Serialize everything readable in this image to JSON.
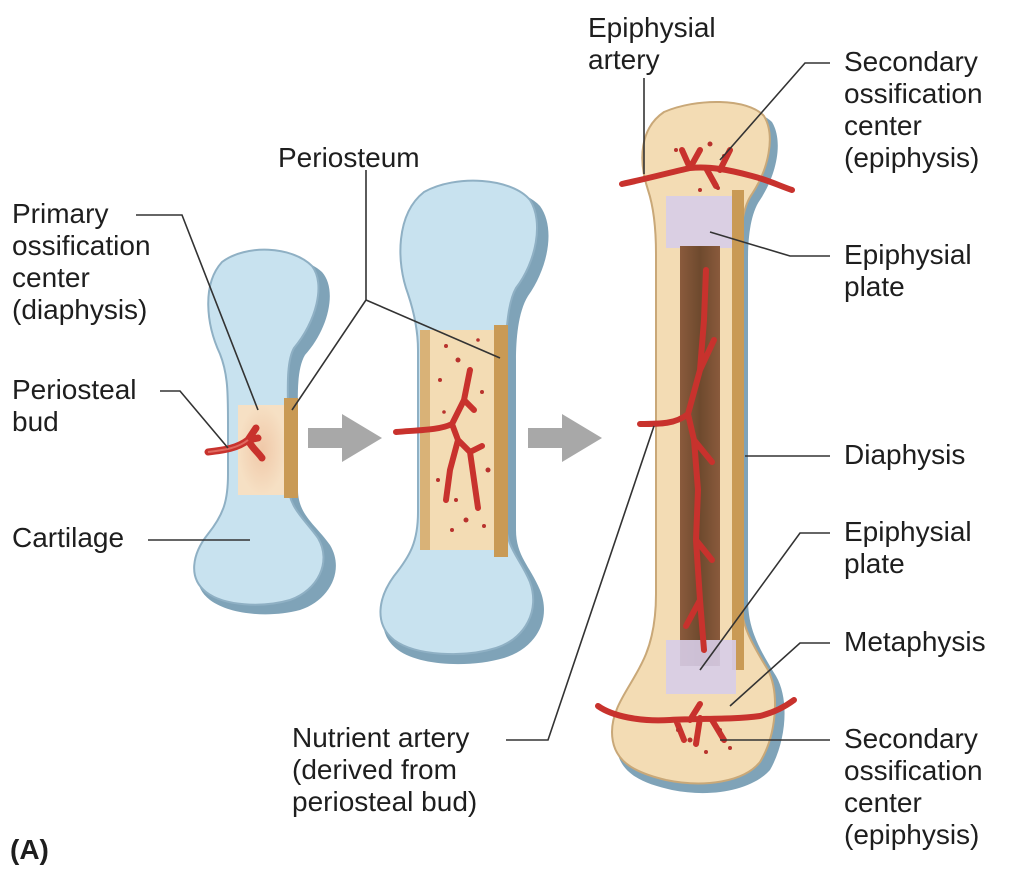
{
  "figure": {
    "tag": "(A)"
  },
  "labels": {
    "primary_ossification_center": [
      "Primary",
      "ossification",
      "center",
      "(diaphysis)"
    ],
    "periosteal_bud": [
      "Periosteal",
      "bud"
    ],
    "cartilage": [
      "Cartilage"
    ],
    "periosteum": [
      "Periosteum"
    ],
    "epiphysial_artery": [
      "Epiphysial",
      "artery"
    ],
    "secondary_ossification_center_top": [
      "Secondary",
      "ossification",
      "center",
      "(epiphysis)"
    ],
    "epiphysial_plate_top": [
      "Epiphysial",
      "plate"
    ],
    "diaphysis": [
      "Diaphysis"
    ],
    "epiphysial_plate_bottom": [
      "Epiphysial",
      "plate"
    ],
    "metaphysis": [
      "Metaphysis"
    ],
    "nutrient_artery": [
      "Nutrient artery",
      "(derived from",
      "periosteal bud)"
    ],
    "secondary_ossification_center_bottom": [
      "Secondary",
      "ossification",
      "center",
      "(epiphysis)"
    ]
  },
  "colors": {
    "cartilage_fill": "#c8e2ef",
    "cartilage_shadow": "#7fa3b8",
    "bone_fill": "#f3dcb4",
    "periosteum": "#c99a55",
    "artery": "#c8322d",
    "marrow": "#7a4a35",
    "plate": "#b8a8d8",
    "arrow": "#a8a8a8",
    "leader": "#333333"
  }
}
